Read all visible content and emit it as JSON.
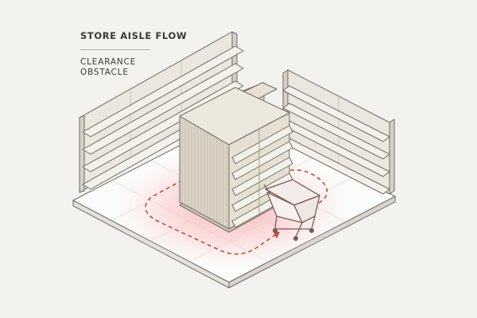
{
  "legend": {
    "title": "STORE AISLE FLOW",
    "items": [
      {
        "label": "CLEARANCE"
      },
      {
        "label": "OBSTACLE"
      }
    ]
  },
  "colors": {
    "background": "#f3f2ef",
    "floor": "#fbfbf9",
    "line": "#6f6a63",
    "shelf": "#ede9e1",
    "gondola": "#dcd4c6",
    "gondola_dark": "#c7bdac",
    "clearance_fill": "#f7bcbc",
    "path": "#c94545",
    "cart": "#7a5a55"
  }
}
